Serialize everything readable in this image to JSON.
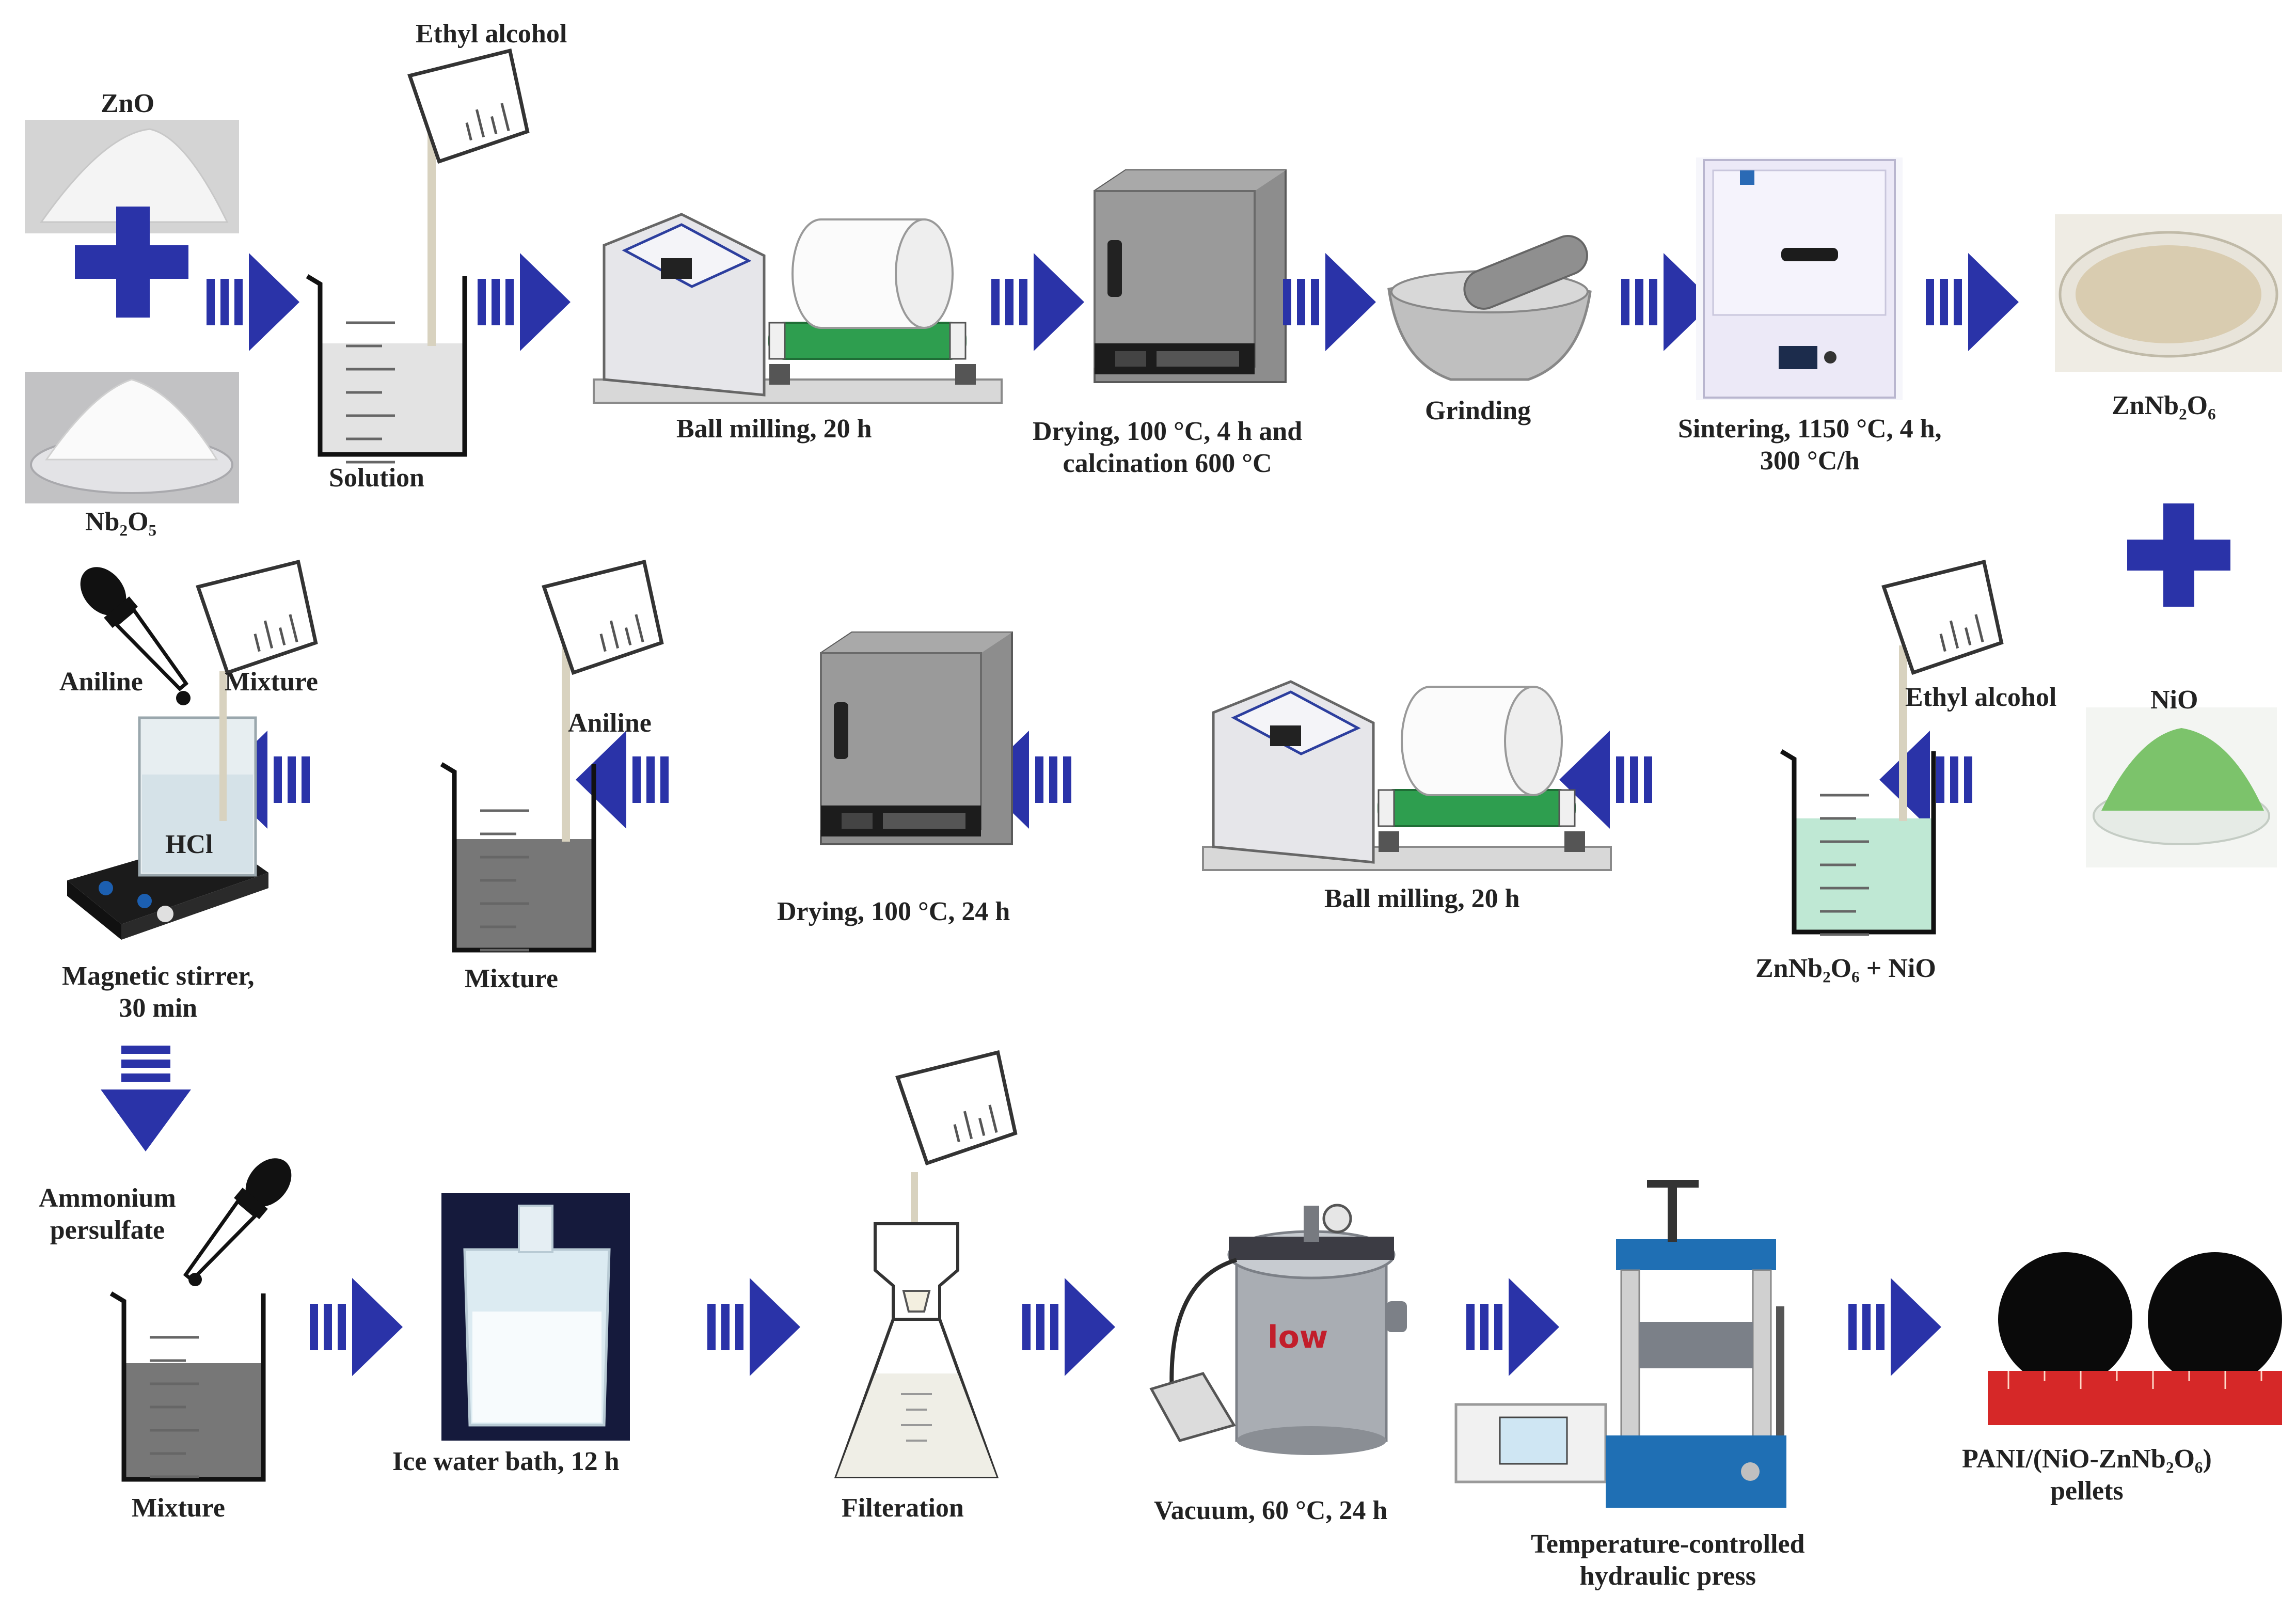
{
  "colors": {
    "arrow": "#2a33a8",
    "plus": "#2a33a8",
    "liquid_clear": "#e3e3e3",
    "liquid_green": "#bfe8d4",
    "liquid_dark": "#777777",
    "zno_powder": "#f1f1f1",
    "nb2o5_powder": "#f7f7f7",
    "znnb2o6_powder": "#d9ccb0",
    "nio_powder": "#7cc36b",
    "pellet": "#0a0a0a",
    "ruler": "#d62828",
    "oven_body": "#8d8d8d",
    "mill_roller": "#2e9e4f",
    "press_frame": "#1f6fb4",
    "furnace_body": "#eae8f5"
  },
  "icons": [
    "plus-icon",
    "triple-arrow-icon",
    "beaker-icon",
    "pouring-beaker-icon",
    "dropper-icon",
    "ball-mill-icon",
    "drying-oven-icon",
    "mortar-pestle-icon",
    "furnace-icon",
    "magnetic-stirrer-icon",
    "ice-bath-icon",
    "filter-flask-icon",
    "vacuum-chamber-icon",
    "hydraulic-press-icon",
    "pellets-icon"
  ],
  "row1": {
    "zno": "ZnO",
    "nb2o5": "Nb₂O₅",
    "ethyl_alcohol": "Ethyl alcohol",
    "solution": "Solution",
    "ball_milling": "Ball milling, 20 h",
    "drying_line1": "Drying, 100 °C, 4 h and",
    "drying_line2": "calcination 600 °C",
    "grinding": "Grinding",
    "sintering_line1": "Sintering, 1150 °C, 4 h,",
    "sintering_line2": "300 °C/h",
    "product": "ZnNb₂O₆"
  },
  "row2": {
    "nio": "NiO",
    "ethyl_alcohol": "Ethyl alcohol",
    "mix_beaker": "ZnNb₂O₆ + NiO",
    "ball_milling": "Ball milling, 20 h",
    "drying": "Drying, 100 °C, 24 h",
    "aniline_pour": "Aniline",
    "mixture": "Mixture",
    "aniline_drop": "Aniline",
    "mixture_pour": "Mixture",
    "hcl": "HCl",
    "stirrer_line1": "Magnetic stirrer,",
    "stirrer_line2": "30 min"
  },
  "row3": {
    "ammonium_line1": "Ammonium",
    "ammonium_line2": "persulfate",
    "mixture": "Mixture",
    "ice_bath": "Ice water bath, 12 h",
    "filtration": "Filteration",
    "vacuum": "Vacuum, 60 °C, 24 h",
    "press_line1": "Temperature-controlled",
    "press_line2": "hydraulic press",
    "pellets_line1": "PANI/(NiO-ZnNb₂O₆)",
    "pellets_line2": "pellets"
  }
}
